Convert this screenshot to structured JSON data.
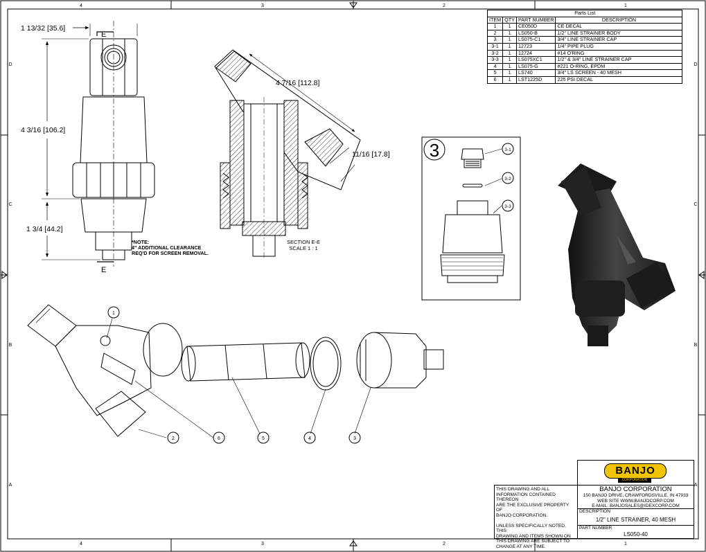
{
  "border": {
    "columns_top": [
      "4",
      "3",
      "2",
      "1"
    ],
    "columns_bottom": [
      "4",
      "3",
      "2",
      "1"
    ],
    "rows_left": [
      "D",
      "C",
      "B",
      "A"
    ],
    "rows_right": [
      "D",
      "C",
      "B",
      "A"
    ]
  },
  "dimensions": {
    "top_width": "1 13/32 [35.6]",
    "overall_height": "4 3/16 [106.2]",
    "lower_height": "1 3/4 [44.2]",
    "diagonal_length": "4 7/16 [112.8]",
    "outlet_offset": "11/16 [17.8]"
  },
  "section_marks": {
    "top": "E",
    "bottom": "E"
  },
  "note": {
    "line1": "*NOTE:",
    "line2": "4\" ADDITIONAL CLEARANCE",
    "line3": "REQ'D FOR SCREEN REMOVAL."
  },
  "section_label": {
    "line1": "SECTION E-E",
    "line2": "SCALE 1 : 1"
  },
  "detail": {
    "number": "3",
    "callouts": [
      "3-1",
      "3-2",
      "3-3"
    ]
  },
  "balloons": [
    "1",
    "2",
    "6",
    "5",
    "4",
    "3"
  ],
  "parts_list": {
    "title": "Parts List",
    "headers": [
      "ITEM",
      "QTY",
      "PART NUMBER",
      "DESCRIPTION"
    ],
    "rows": [
      [
        "1",
        "1",
        "CE050D",
        "CE DECAL"
      ],
      [
        "2",
        "1",
        "LS050-B",
        "1/2\" LINE STRAINER BODY"
      ],
      [
        "3",
        "1",
        "LS075-C1",
        "3/4\" LINE STRAINER CAP"
      ],
      [
        "3-1",
        "1",
        "12723",
        "1/4\" PIPE PLUG"
      ],
      [
        "3-2",
        "1",
        "12724",
        "#14 O'RING"
      ],
      [
        "3-3",
        "1",
        "LS075XC1",
        "1/2\" & 3/4\" LINE STRAINER CAP"
      ],
      [
        "4",
        "1",
        "LS075-G",
        "#221 O-RING, EPDM"
      ],
      [
        "5",
        "1",
        "LS740",
        "3/4\" LS SCREEN - 40 MESH"
      ],
      [
        "6",
        "1",
        "LST1225D",
        "225 PSI DECAL"
      ]
    ]
  },
  "title_block": {
    "logo_text": "BANJO",
    "logo_subtext": "CORPORATION",
    "company": "BANJO CORPORATION",
    "address": "150 BANJO DRIVE, CRAWFORDSVILLE, IN 47933",
    "website": "WEB SITE WWW.BANJOCORP.COM",
    "email": "E-MAIL: BANJOSALES@IDEXCORP.COM",
    "proprietary": [
      "THIS DRAWING AND ALL",
      "INFORMATION CONTAINED THEREON",
      "ARE THE EXCLUSIVE PROPERTY OF",
      "BANJO CORPORATION."
    ],
    "disclaimer": [
      "UNLESS SPECIFICALLY NOTED, THIS",
      "DRAWING AND ITEMS SHOWN ON",
      "THIS DRAWING ARE SUBJECT TO",
      "CHANGE AT ANY TIME."
    ],
    "description_label": "DESCRIPTION",
    "description_value": "1/2\" LINE STRAINER, 40 MESH",
    "part_number_label": "PART NUMBER",
    "part_number_value": "LS050-40"
  },
  "colors": {
    "logo_yellow": "#f2c400",
    "part_dark": "#2b2b2b"
  }
}
